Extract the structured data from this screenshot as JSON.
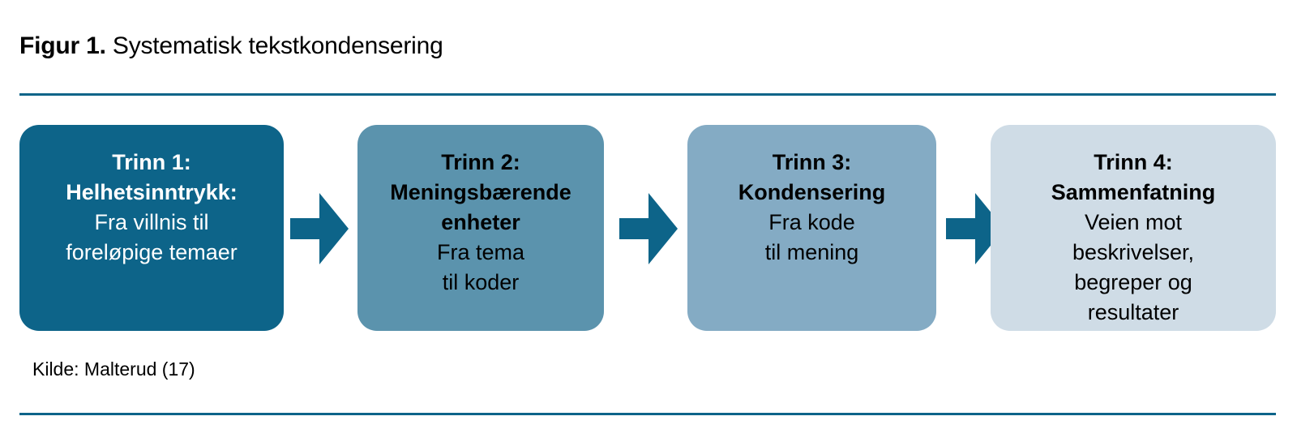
{
  "figure": {
    "label": "Figur 1.",
    "caption": " Systematisk tekstkondensering",
    "source": "Kilde: Malterud (17)"
  },
  "colors": {
    "rule": "#0d6489",
    "arrow": "#0d6489",
    "step_1_bg": "#0d6489",
    "step_1_text": "#ffffff",
    "step_2_bg": "#5b93ad",
    "step_2_text": "#000000",
    "step_3_bg": "#84abc4",
    "step_3_text": "#000000",
    "step_4_bg": "#cfdce6",
    "step_4_text": "#000000"
  },
  "chart_data": {
    "type": "diagram",
    "title": "Figur 1. Systematisk tekstkondensering",
    "orientation": "horizontal-left-to-right",
    "connector": "block-arrow",
    "steps": [
      {
        "heading": "Trinn 1:\nHelhetsinntrykk:",
        "subtitle": "Fra villnis til\nforeløpige temaer",
        "bg": "#0d6489",
        "fg": "#ffffff"
      },
      {
        "heading": "Trinn 2:\nMeningsbærende\nenheter",
        "subtitle": "Fra tema\ntil koder",
        "bg": "#5b93ad",
        "fg": "#000000"
      },
      {
        "heading": "Trinn 3:\nKondensering",
        "subtitle": "Fra kode\ntil mening",
        "bg": "#84abc4",
        "fg": "#000000"
      },
      {
        "heading": "Trinn 4:\nSammenfatning",
        "subtitle": "Veien mot\nbeskrivelser,\nbegreper og\nresultater",
        "bg": "#cfdce6",
        "fg": "#000000"
      }
    ]
  }
}
